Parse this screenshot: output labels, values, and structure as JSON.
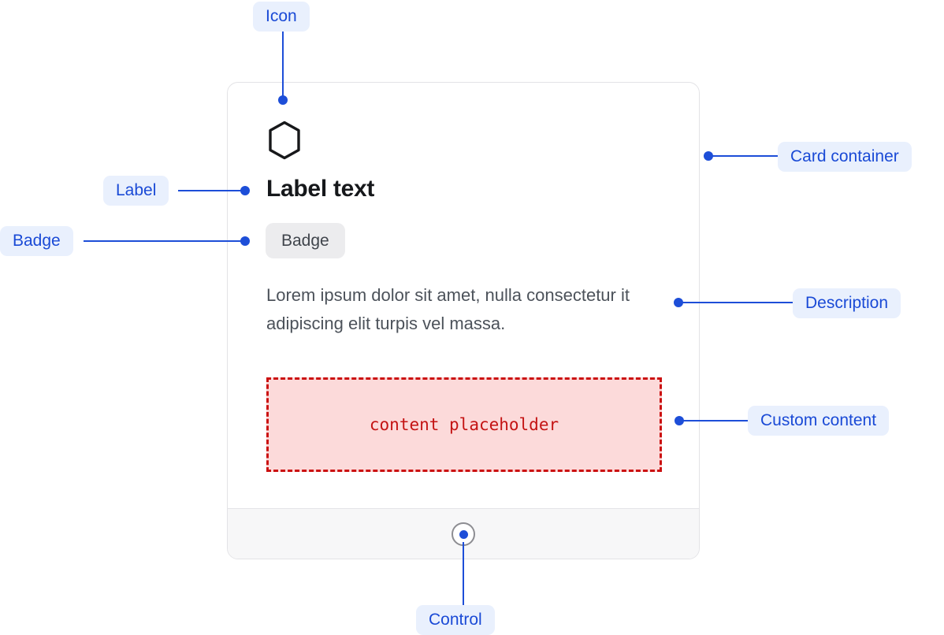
{
  "colors": {
    "accent_blue": "#1d4ed8",
    "pill_bg": "#e9f0fd",
    "card_border": "#e3e3e6",
    "footer_bg": "#f7f7f8",
    "badge_bg": "#ececee",
    "placeholder_bg": "#fcdada",
    "placeholder_red": "#c41313"
  },
  "card": {
    "label": "Label text",
    "badge": "Badge",
    "description": "Lorem ipsum dolor sit amet, nulla consectetur it adipiscing elit turpis vel massa.",
    "placeholder": "content placeholder"
  },
  "icons": {
    "hexagon": "hexagon-outline-icon",
    "control": "circle-dot-control-icon"
  },
  "callouts": {
    "icon": {
      "label": "Icon"
    },
    "label": {
      "label": "Label"
    },
    "badge": {
      "label": "Badge"
    },
    "card_container": {
      "label": "Card container"
    },
    "description": {
      "label": "Description"
    },
    "custom_content": {
      "label": "Custom content"
    },
    "control": {
      "label": "Control"
    }
  }
}
